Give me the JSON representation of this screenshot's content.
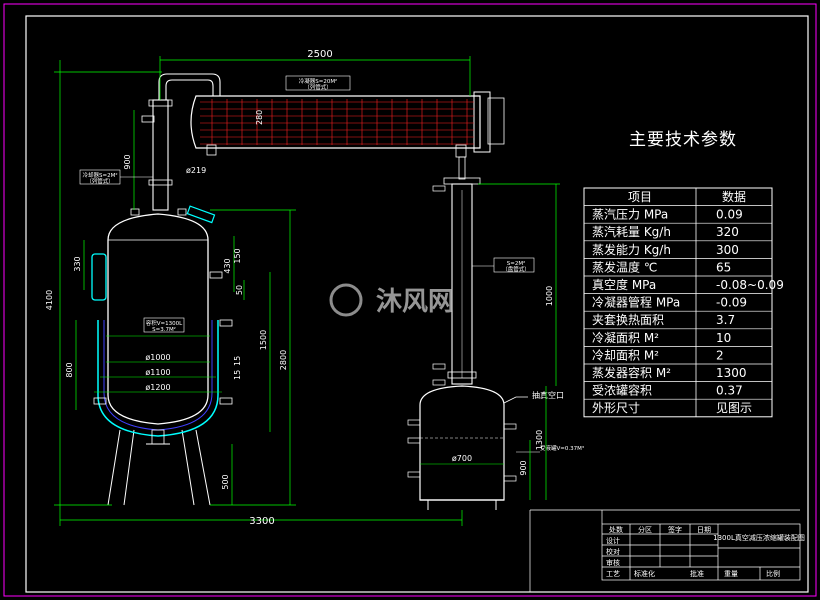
{
  "drawing": {
    "title": "主要技术参数",
    "watermark": "沐风网",
    "colors": {
      "background": "#000000",
      "frame": "#ff00ff",
      "outline": "#ffffff",
      "vessel": "#ffffff",
      "jacket": "#00ffff",
      "tubes": "#ff2020",
      "dimension": "#00ff00",
      "insulation": "#4040ff"
    },
    "dimensions": {
      "top_width": "2500",
      "bottom_width": "3300",
      "total_height": "4100",
      "height_2800": "2800",
      "height_900": "900",
      "height_330": "330",
      "height_430": "430",
      "height_150": "150",
      "height_50": "50",
      "height_1500": "1500",
      "height_800": "800",
      "height_500": "500",
      "height_1000": "1000",
      "height_1300": "1300",
      "height_900b": "900",
      "dia_219": "ø219",
      "dia_1000": "ø1000",
      "dia_1100": "ø1100",
      "dia_1200": "ø1200",
      "dia_700": "ø700",
      "d15a": "15",
      "d15b": "15",
      "d280": "280",
      "vacuum_port": "抽真空口"
    },
    "labels": {
      "condenser": "冷凝器S=20M²",
      "condenser_sub": "（列管式）",
      "cooler_left": "冷却器S=2M²",
      "cooler_left_sub": "（列管式）",
      "cooler_right": "S=2M²",
      "cooler_right_sub": "（盘管式）",
      "vessel_volume": "容积V=1300L",
      "vessel_area": "S=3.7M²",
      "receiver_label": "受液罐V=0.37M³"
    }
  },
  "table": {
    "headers": [
      "项目",
      "数据"
    ],
    "rows": [
      {
        "item": "蒸汽压力 MPa",
        "value": "0.09"
      },
      {
        "item": "蒸汽耗量 Kg/h",
        "value": "320"
      },
      {
        "item": "蒸发能力 Kg/h",
        "value": "300"
      },
      {
        "item": "蒸发温度 ℃",
        "value": "65"
      },
      {
        "item": "真空度  MPa",
        "value": "-0.08~0.09"
      },
      {
        "item": "冷凝器管程 MPa",
        "value": "-0.09"
      },
      {
        "item": "夹套换热面积",
        "value": "3.7"
      },
      {
        "item": "冷凝面积 M²",
        "value": "10"
      },
      {
        "item": "冷却面积 M²",
        "value": "2"
      },
      {
        "item": "蒸发器容积 M²",
        "value": "1300"
      },
      {
        "item": "受浓罐容积",
        "value": "0.37"
      },
      {
        "item": "外形尺寸",
        "value": "见图示"
      }
    ]
  },
  "title_block": {
    "drawing_name": "1300L真空减压浓缩罐装配图",
    "header_cells": [
      "处数",
      "分区",
      "签字",
      "日期"
    ],
    "rows": [
      "设计",
      "校对",
      "审核",
      "工艺"
    ],
    "bottom": [
      "标准化",
      "批准",
      "重量",
      "比例"
    ]
  }
}
